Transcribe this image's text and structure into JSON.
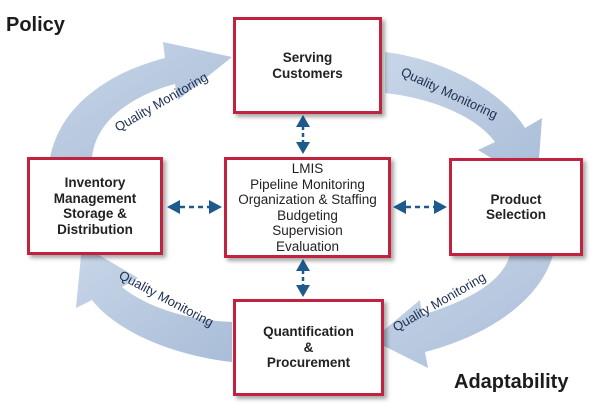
{
  "corners": {
    "top_left": "Policy",
    "bottom_right": "Adaptability"
  },
  "boxes": {
    "top": [
      "Serving",
      "Customers"
    ],
    "right": [
      "Product",
      "Selection"
    ],
    "bottom": [
      "Quantification",
      "&",
      "Procurement"
    ],
    "left": [
      "Inventory",
      "Management",
      "Storage &",
      "Distribution"
    ]
  },
  "center": [
    "LMIS",
    "Pipeline Monitoring",
    "Organization & Staffing",
    "Budgeting",
    "Supervision",
    "Evaluation"
  ],
  "cycle_arrows": {
    "top_left": "Quality Monitoring",
    "top_right": "Quality Monitoring",
    "bottom_right": "Quality Monitoring",
    "bottom_left": "Quality Monitoring"
  },
  "colors": {
    "box_border": "#c1223f",
    "cycle_arrow": "#bccde3",
    "connector": "#1e5b8c",
    "text": "#222222"
  }
}
